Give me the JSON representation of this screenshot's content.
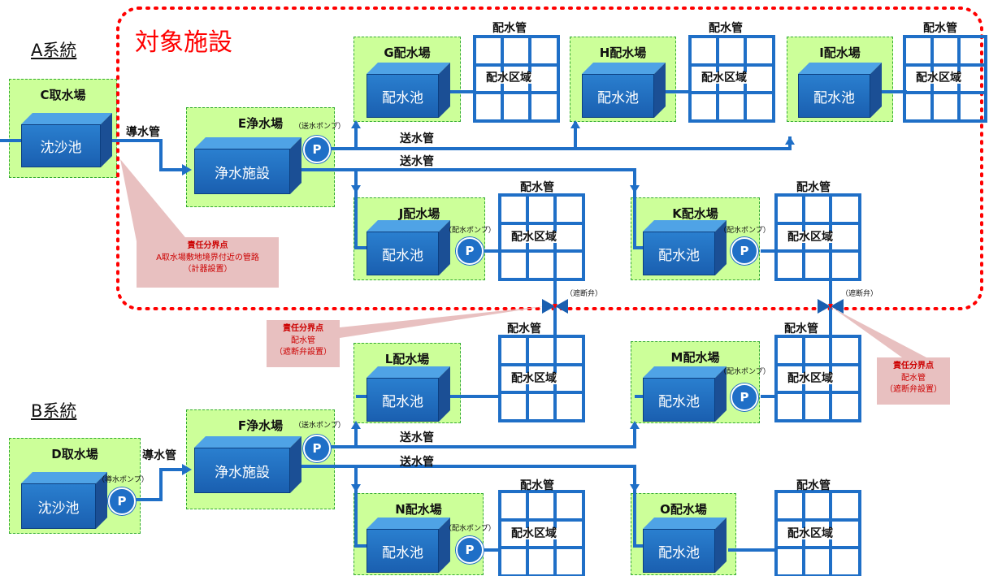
{
  "systems": {
    "a": "A系統",
    "b": "B系統"
  },
  "target_label": "対象施設",
  "sites": {
    "c": "C取水場",
    "d": "D取水場",
    "e": "E浄水場",
    "f": "F浄水場",
    "g": "G配水場",
    "h": "H配水場",
    "i": "I配水場",
    "j": "J配水場",
    "k": "K配水場",
    "l": "L配水場",
    "m": "M配水場",
    "n": "N配水場",
    "o": "O配水場"
  },
  "facility": {
    "sediment": "沈沙池",
    "treatment": "浄水施設",
    "reservoir": "配水池",
    "area": "配水区域",
    "dist_pipe": "配水管"
  },
  "pipes": {
    "conduit": "導水管",
    "transmission": "送水管"
  },
  "pump": {
    "symbol": "P",
    "send": "（送水ポンプ）",
    "dist": "（配水ポンプ）",
    "intake": "（導水ポンプ）"
  },
  "valve_label": "（遮断弁）",
  "notes": {
    "title": "責任分界点",
    "a_line1": "A取水場敷地境界付近の管路",
    "a_line2": "（計器設置）",
    "v_line1": "配水管",
    "v_line2": "（遮断弁設置）"
  },
  "colors": {
    "pipe": "#1f6fc7",
    "boundary": "#ff0000",
    "site_fill": "#ccff99",
    "note_fill": "#e8c0c0"
  }
}
